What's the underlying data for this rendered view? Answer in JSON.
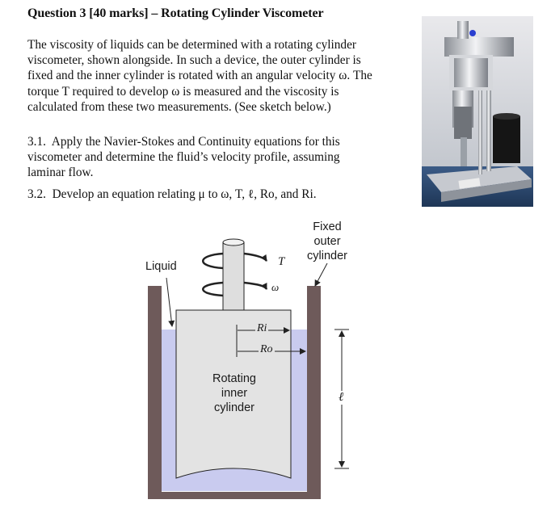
{
  "question": {
    "heading": "Question 3 [40 marks] – Rotating Cylinder Viscometer",
    "intro_lines": [
      "The viscosity of liquids can be determined with a rotating cylinder",
      "viscometer, shown alongside. In such a device, the outer cylinder is",
      "fixed and the inner cylinder is rotated with an angular velocity ω. The",
      "torque T required to develop ω is measured and the viscosity is",
      "calculated from these two measurements. (See sketch below.)"
    ],
    "parts": [
      {
        "number": "3.1.",
        "lines": [
          "Apply the Navier-Stokes and Continuity equations for this",
          "viscometer and determine the fluid’s velocity profile, assuming",
          "laminar flow."
        ]
      },
      {
        "number": "3.2.",
        "lines": [
          "Develop an equation relating μ to ω, T, ℓ, Ro, and Ri."
        ]
      }
    ]
  },
  "diagram": {
    "liquid_label": "Liquid",
    "outer_label": [
      "Fixed",
      "outer",
      "cylinder"
    ],
    "inner_label": [
      "Rotating",
      "inner",
      "cylinder"
    ],
    "torque_symbol": "T",
    "omega_symbol": "ω",
    "length_symbol": "ℓ",
    "ri_symbol": "Ri",
    "ro_symbol": "Ro",
    "colors": {
      "liquid": "#c9cbef",
      "wall": "#6e5a5a",
      "cylinder": "#e3e3e3"
    }
  }
}
